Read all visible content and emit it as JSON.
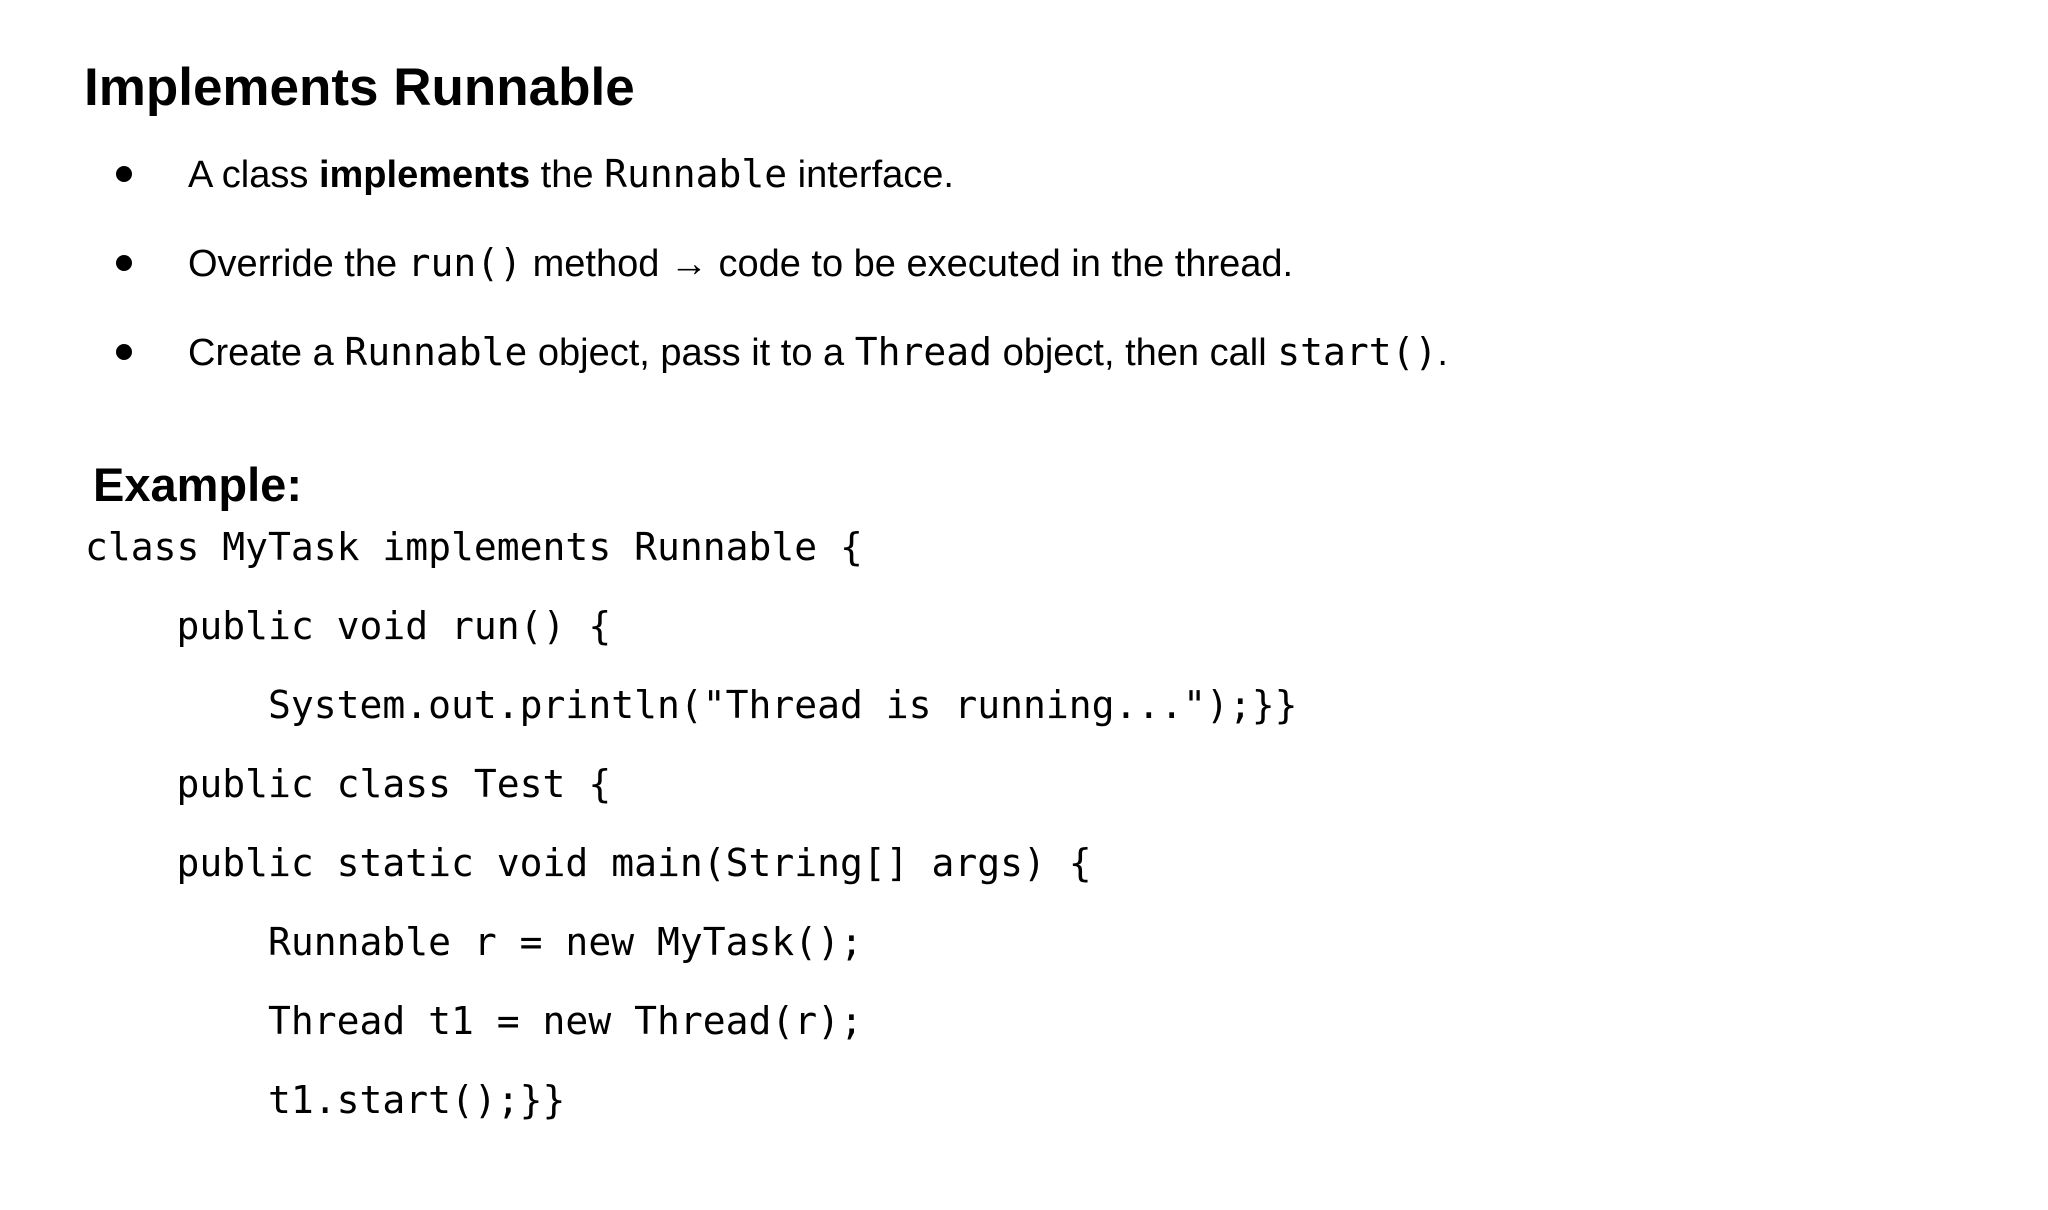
{
  "page": {
    "title": "Implements Runnable",
    "bullets": [
      {
        "segments": [
          {
            "t": "A class ",
            "style": "sans"
          },
          {
            "t": "implements",
            "style": "bold"
          },
          {
            "t": " the ",
            "style": "sans"
          },
          {
            "t": "Runnable",
            "style": "mono"
          },
          {
            "t": " interface.",
            "style": "sans"
          }
        ]
      },
      {
        "segments": [
          {
            "t": "Override the ",
            "style": "sans"
          },
          {
            "t": "run()",
            "style": "mono"
          },
          {
            "t": " method → code to be executed in the thread.",
            "style": "sans"
          }
        ]
      },
      {
        "segments": [
          {
            "t": "Create a ",
            "style": "sans"
          },
          {
            "t": "Runnable",
            "style": "mono"
          },
          {
            "t": " object, pass it to a ",
            "style": "sans"
          },
          {
            "t": "Thread",
            "style": "mono"
          },
          {
            "t": " object, then call ",
            "style": "sans"
          },
          {
            "t": "start()",
            "style": "mono"
          },
          {
            "t": ".",
            "style": "sans"
          }
        ]
      }
    ],
    "example_label": "Example:",
    "code": {
      "lines": [
        "class MyTask implements Runnable {",
        "    public void run() {",
        "        System.out.println(\"Thread is running...\");}}",
        "    public class Test {",
        "    public static void main(String[] args) {",
        "        Runnable r = new MyTask();",
        "        Thread t1 = new Thread(r);",
        "        t1.start();}}"
      ]
    }
  }
}
